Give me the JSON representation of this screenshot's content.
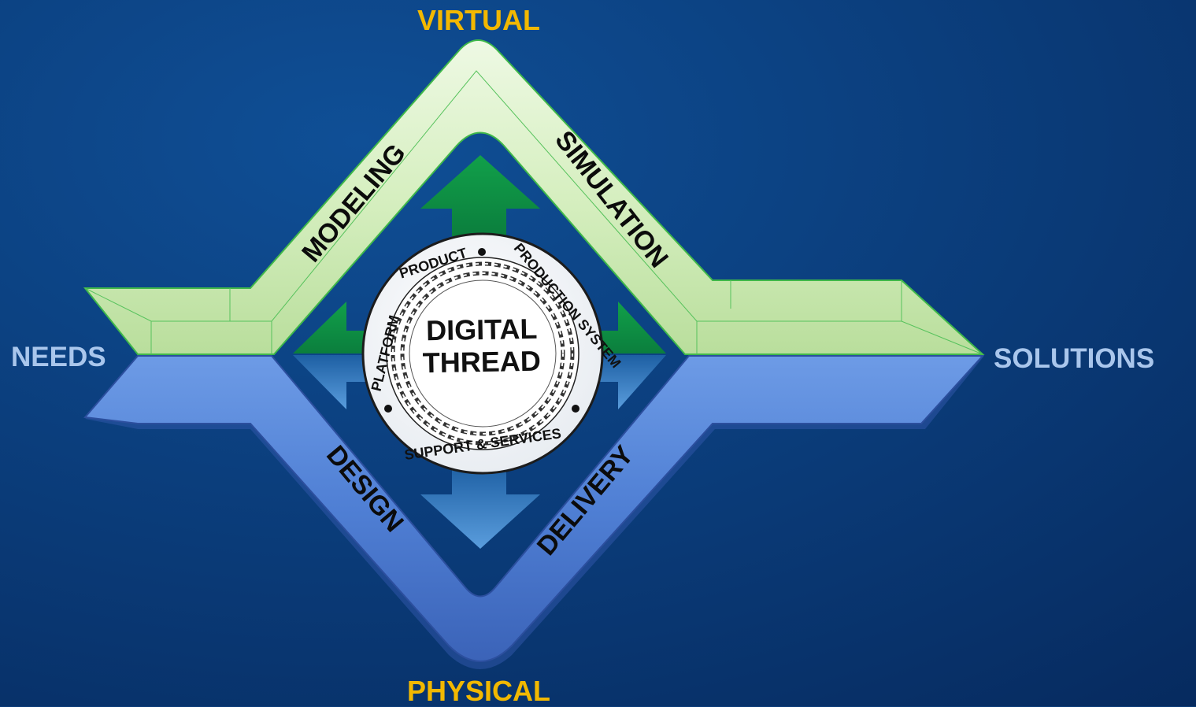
{
  "diagram": {
    "top_label": "VIRTUAL",
    "bottom_label": "PHYSICAL",
    "left_label": "NEEDS",
    "right_label": "SOLUTIONS",
    "upper_path": {
      "left_segment": "MODELING",
      "right_segment": "SIMULATION"
    },
    "lower_path": {
      "left_segment": "DESIGN",
      "right_segment": "DELIVERY"
    },
    "seal": {
      "center_line_1": "DIGITAL",
      "center_line_2": "THREAD",
      "ring_top": "PRODUCT",
      "ring_left": "PLATFORM",
      "ring_right": "PRODUCTION SYSTEM",
      "ring_bottom": "SUPPORT & SERVICES"
    }
  },
  "colors": {
    "background_dark": "#062a5e",
    "background_light": "#0e4f96",
    "accent_gold": "#f2b800",
    "side_label": "#a9c6ec",
    "virtual_path": "#d9f0c4",
    "physical_path": "#5a86d8",
    "up_arrow": "#10a04a",
    "down_arrow": "#4a8ed0"
  }
}
